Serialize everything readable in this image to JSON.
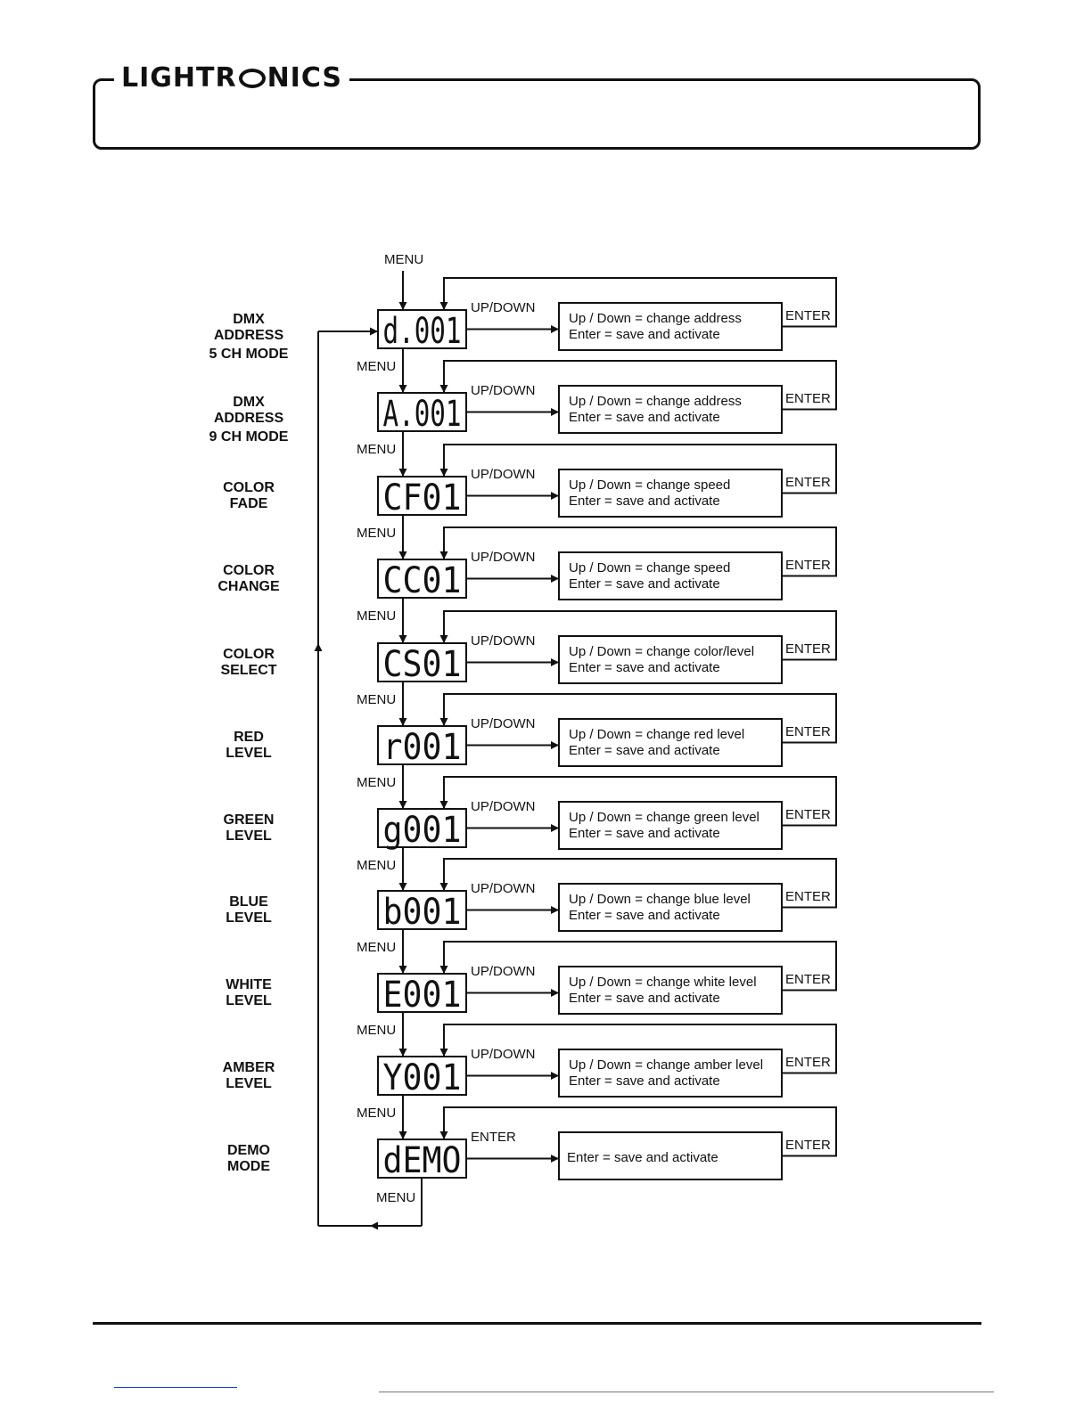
{
  "header": {
    "logo_text": "LIGHTRONICS"
  },
  "menu_label": "MENU",
  "updown_label": "UP/DOWN",
  "enter_label": "ENTER",
  "steps": [
    {
      "label": [
        "DMX",
        "ADDRESS",
        "5 CH MODE"
      ],
      "display": "d.001",
      "line1": "Up / Down = change address",
      "line2": "Enter = save and activate",
      "trigger": "UP/DOWN"
    },
    {
      "label": [
        "DMX",
        "ADDRESS",
        "9 CH MODE"
      ],
      "display": "A.001",
      "line1": "Up / Down = change address",
      "line2": "Enter = save and activate",
      "trigger": "UP/DOWN"
    },
    {
      "label": [
        "COLOR",
        "FADE"
      ],
      "display": "CF01",
      "line1": "Up / Down = change speed",
      "line2": "Enter = save and activate",
      "trigger": "UP/DOWN"
    },
    {
      "label": [
        "COLOR",
        "CHANGE"
      ],
      "display": "CC01",
      "line1": "Up / Down = change speed",
      "line2": "Enter = save and activate",
      "trigger": "UP/DOWN"
    },
    {
      "label": [
        "COLOR",
        "SELECT"
      ],
      "display": "CS01",
      "line1": "Up / Down = change color/level",
      "line2": "Enter = save and activate",
      "trigger": "UP/DOWN"
    },
    {
      "label": [
        "RED",
        "LEVEL"
      ],
      "display": "r001",
      "line1": "Up / Down = change red level",
      "line2": "Enter = save and activate",
      "trigger": "UP/DOWN"
    },
    {
      "label": [
        "GREEN",
        "LEVEL"
      ],
      "display": "g001",
      "line1": "Up / Down = change green level",
      "line2": "Enter = save and activate",
      "trigger": "UP/DOWN"
    },
    {
      "label": [
        "BLUE",
        "LEVEL"
      ],
      "display": "b001",
      "line1": "Up / Down = change blue level",
      "line2": "Enter = save and activate",
      "trigger": "UP/DOWN"
    },
    {
      "label": [
        "WHITE",
        "LEVEL"
      ],
      "display": "E001",
      "line1": "Up / Down = change white level",
      "line2": "Enter = save and activate",
      "trigger": "UP/DOWN"
    },
    {
      "label": [
        "AMBER",
        "LEVEL"
      ],
      "display": "Y001",
      "line1": "Up / Down = change amber level",
      "line2": "Enter = save and activate",
      "trigger": "UP/DOWN"
    },
    {
      "label": [
        "DEMO",
        "MODE"
      ],
      "display": "dEMO",
      "line1": "Enter = save and activate",
      "line2": "",
      "trigger": "ENTER"
    }
  ]
}
